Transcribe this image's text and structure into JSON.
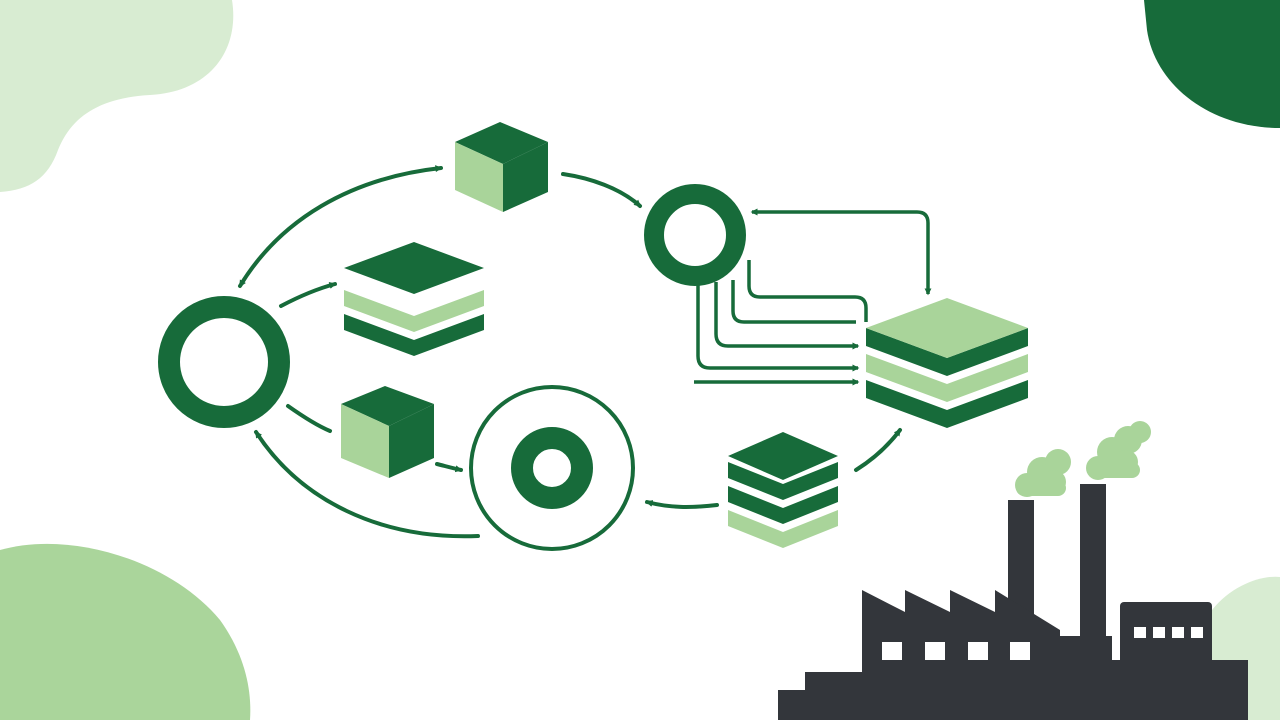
{
  "diagram": {
    "kind": "circular supply-chain flow",
    "labels": [],
    "nodes": [
      "ring-large-left",
      "ring-top-center",
      "ring-double-bottom",
      "cube-top",
      "cube-bottom",
      "stack-two-layer",
      "stack-three-layer-right",
      "stack-three-layer-bottom"
    ],
    "icons": [
      "ring-icon",
      "cube-icon",
      "layer-stack-icon",
      "factory-icon",
      "smoke-cloud-icon",
      "arrow-icon"
    ]
  },
  "colors": {
    "dark_green": "#176b3a",
    "light_green": "#a9d49a",
    "pale_green": "#d8ecd2",
    "blob_green": "#aad59b",
    "factory_gray": "#33363b",
    "window_white": "#ffffff"
  }
}
